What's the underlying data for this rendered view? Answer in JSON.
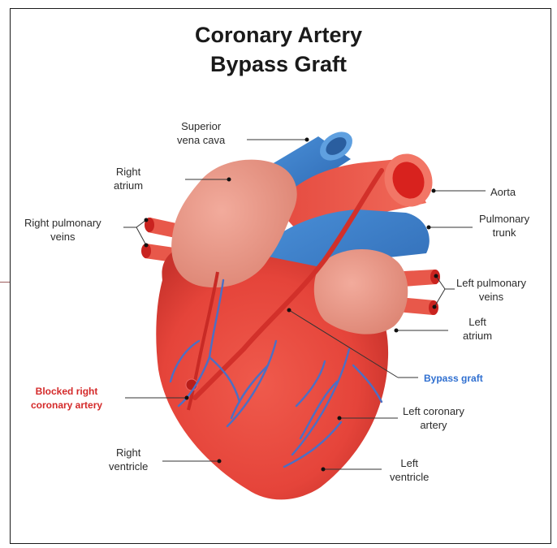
{
  "title": {
    "line1": "Coronary Artery",
    "line2": "Bypass Graft"
  },
  "labels": {
    "superior_vena_cava": {
      "line1": "Superior",
      "line2": "vena cava"
    },
    "right_atrium": {
      "line1": "Right",
      "line2": "atrium"
    },
    "right_pulmonary_veins": {
      "line1": "Right pulmonary",
      "line2": "veins"
    },
    "aorta": {
      "line1": "Aorta"
    },
    "pulmonary_trunk": {
      "line1": "Pulmonary",
      "line2": "trunk"
    },
    "left_pulmonary_veins": {
      "line1": "Left pulmonary",
      "line2": "veins"
    },
    "left_atrium": {
      "line1": "Left",
      "line2": "atrium"
    },
    "bypass_graft": {
      "line1": "Bypass graft"
    },
    "blocked_right_coronary_artery": {
      "line1": "Blocked right",
      "line2": "coronary artery"
    },
    "left_coronary_artery": {
      "line1": "Left coronary",
      "line2": "artery"
    },
    "right_ventricle": {
      "line1": "Right",
      "line2": "ventricle"
    },
    "left_ventricle": {
      "line1": "Left",
      "line2": "ventricle"
    }
  },
  "colors": {
    "heart_red": "#e8473c",
    "atrium_pink": "#e89a8c",
    "vessel_blue": "#3a7fc9",
    "graft_red": "#d8352f",
    "label_red": "#d42a2a",
    "label_blue": "#2f6fd0"
  }
}
